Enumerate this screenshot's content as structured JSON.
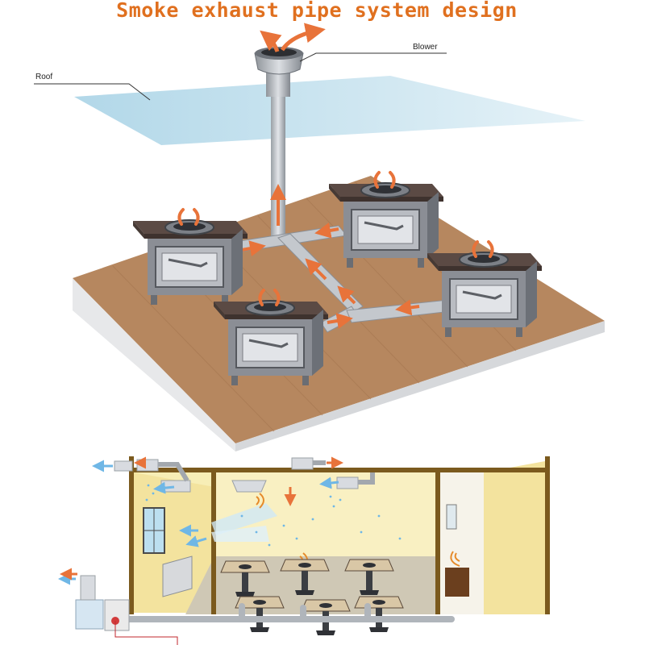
{
  "title": "Smoke exhaust pipe system design",
  "labels": {
    "roof": "Roof",
    "blower": "Blower"
  },
  "colors": {
    "title": "#e0701f",
    "arrow": "#e8733a",
    "floor": "#b6875f",
    "roof": "#b9dbe9",
    "pipe": "#b8bcc2",
    "table_top": "#5a4a44",
    "table_body": "#8c8f96",
    "wall": "#f6eaa6",
    "post": "#7b5a1e",
    "fresh_air": "#6fb7e6"
  },
  "icons": [
    "exhaust-arrow-icon",
    "fresh-air-arrow-icon",
    "wifi-signal-icon",
    "smoke-flame-icon"
  ]
}
